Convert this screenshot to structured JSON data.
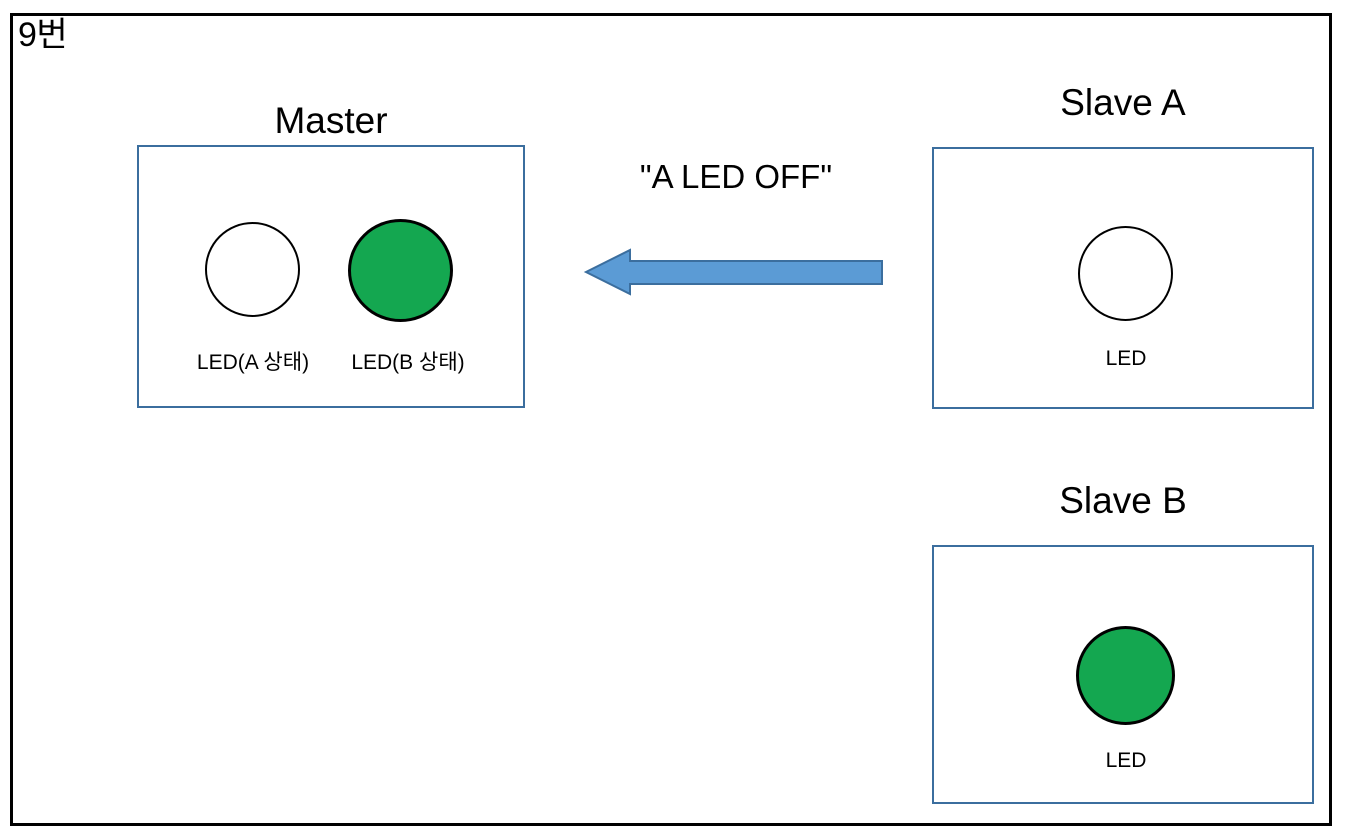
{
  "slide": {
    "caption": "9번",
    "frame_color": "#000000",
    "background": "#ffffff"
  },
  "palette": {
    "panel_border": "#3B6E9E",
    "led_on": "#14A750",
    "led_off": "#ffffff",
    "led_outline": "#000000",
    "arrow_fill": "#5B9BD5",
    "arrow_stroke": "#3B6E9E"
  },
  "nodes": [
    {
      "id": "master",
      "title": "Master",
      "leds": [
        {
          "id": "master-a",
          "caption": "LED(A 상태)",
          "state": "off"
        },
        {
          "id": "master-b",
          "caption": "LED(B 상태)",
          "state": "on"
        }
      ]
    },
    {
      "id": "slave-a",
      "title": "Slave A",
      "leds": [
        {
          "id": "slave-a",
          "caption": "LED",
          "state": "off"
        }
      ]
    },
    {
      "id": "slave-b",
      "title": "Slave B",
      "leds": [
        {
          "id": "slave-b",
          "caption": "LED",
          "state": "on"
        }
      ]
    }
  ],
  "message": {
    "label": "\"A LED OFF\"",
    "from": "slave-a",
    "to": "master",
    "direction": "left"
  }
}
